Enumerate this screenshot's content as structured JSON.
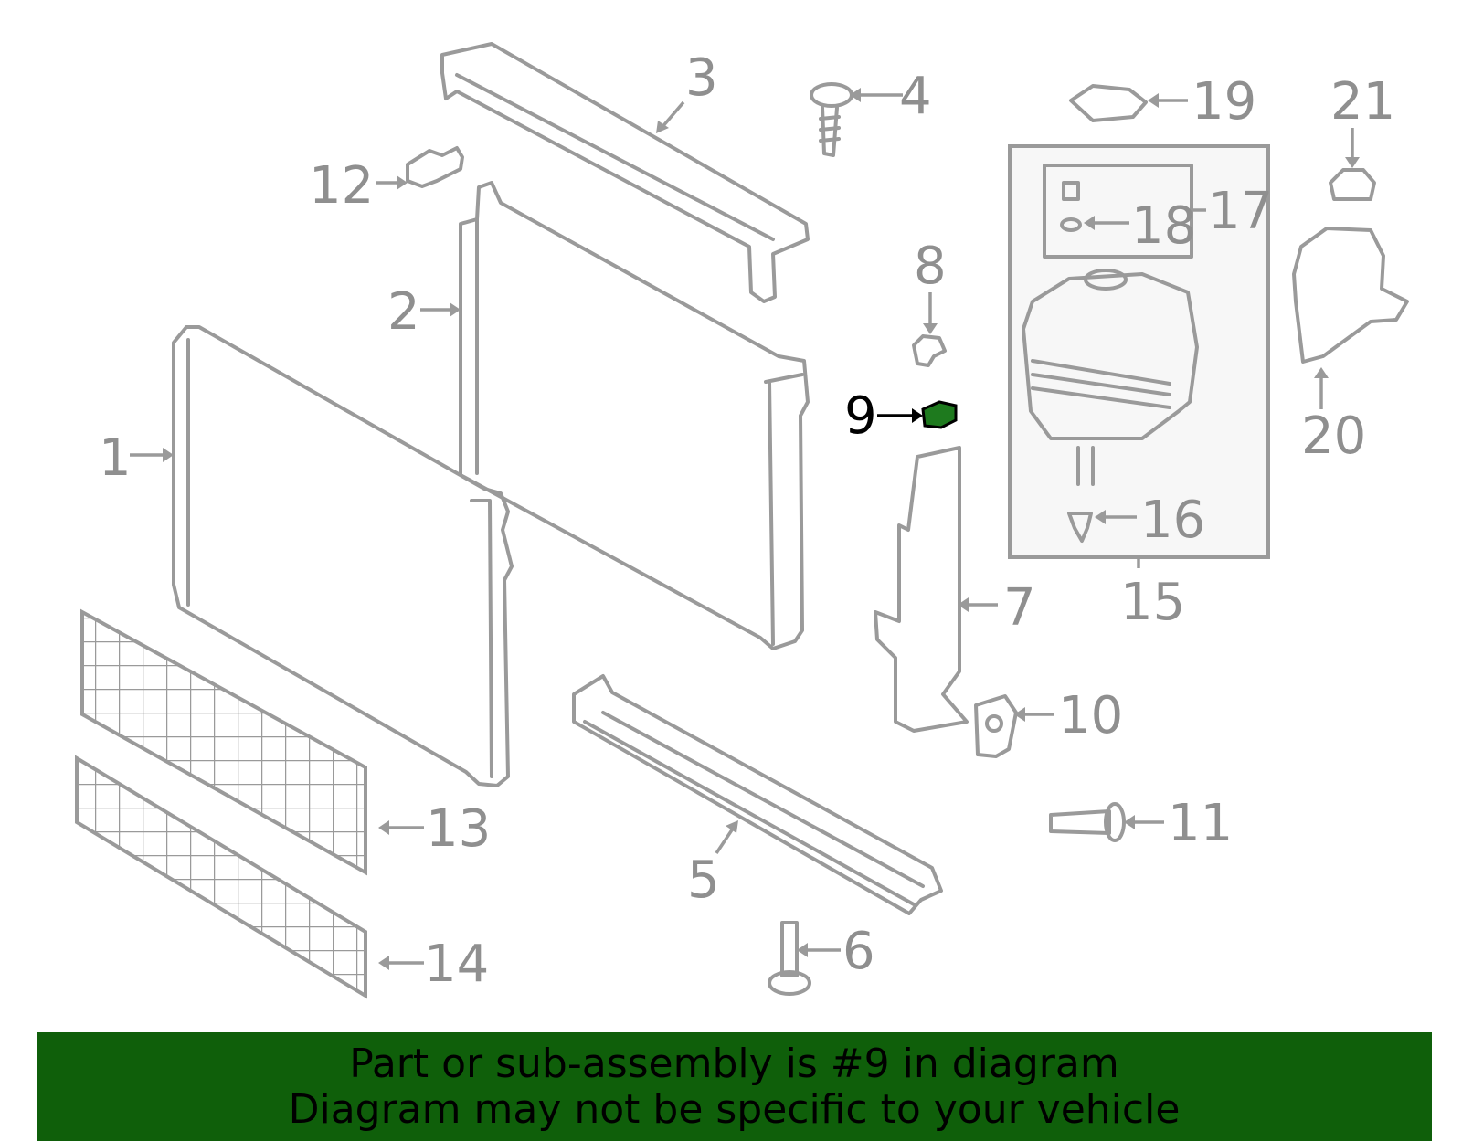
{
  "callouts": [
    {
      "id": "1",
      "label": "1"
    },
    {
      "id": "2",
      "label": "2"
    },
    {
      "id": "3",
      "label": "3"
    },
    {
      "id": "4",
      "label": "4"
    },
    {
      "id": "5",
      "label": "5"
    },
    {
      "id": "6",
      "label": "6"
    },
    {
      "id": "7",
      "label": "7"
    },
    {
      "id": "8",
      "label": "8"
    },
    {
      "id": "9",
      "label": "9"
    },
    {
      "id": "10",
      "label": "10"
    },
    {
      "id": "11",
      "label": "11"
    },
    {
      "id": "12",
      "label": "12"
    },
    {
      "id": "13",
      "label": "13"
    },
    {
      "id": "14",
      "label": "14"
    },
    {
      "id": "15",
      "label": "15"
    },
    {
      "id": "16",
      "label": "16"
    },
    {
      "id": "17",
      "label": "17"
    },
    {
      "id": "18",
      "label": "18"
    },
    {
      "id": "19",
      "label": "19"
    },
    {
      "id": "20",
      "label": "20"
    },
    {
      "id": "21",
      "label": "21"
    }
  ],
  "highlighted_part": "9",
  "colors": {
    "line": "#9a9a9a",
    "highlight_fill": "#1e7a1e",
    "banner_bg": "#0f5f0a",
    "banner_text": "#000000"
  },
  "banner": {
    "line1": "Part or sub-assembly is #9 in diagram",
    "line2": "Diagram may not be specific to your vehicle"
  }
}
